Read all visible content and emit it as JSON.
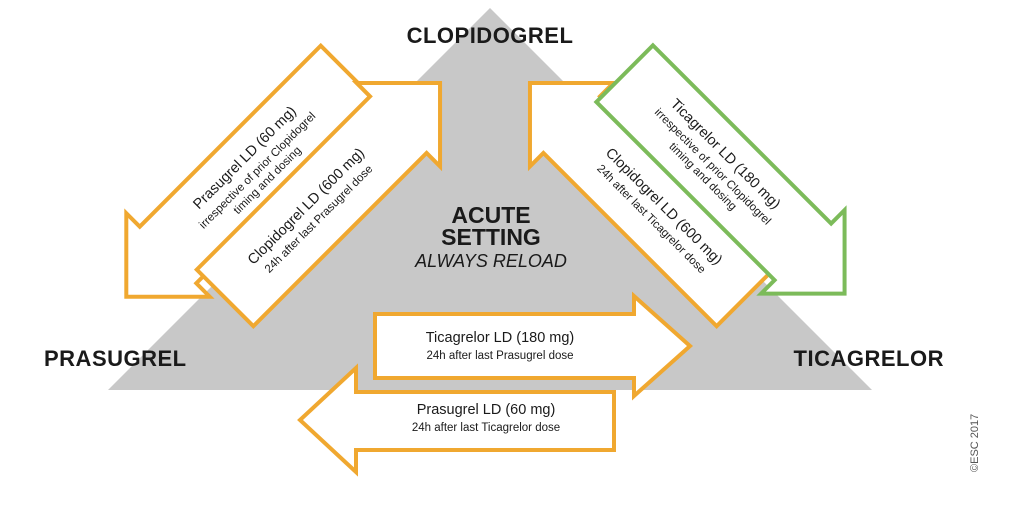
{
  "vertices": {
    "top": "CLOPIDOGREL",
    "left": "PRASUGREL",
    "right": "TICAGRELOR"
  },
  "center": {
    "line1": "ACUTE",
    "line2": "SETTING",
    "line3": "ALWAYS RELOAD"
  },
  "arrows": {
    "clopi_to_prasugrel": {
      "title": "Prasugrel LD (60 mg)",
      "sub1": "irrespective of prior Clopidogrel",
      "sub2": "timing and dosing"
    },
    "prasugrel_to_clopi": {
      "title": "Clopidogrel LD (600 mg)",
      "sub1": "24h after last Prasugrel dose"
    },
    "ticagrelor_to_clopi": {
      "title": "Clopidogrel LD (600 mg)",
      "sub1": "24h after last Ticagrelor dose"
    },
    "clopi_to_ticagrelor": {
      "title": "Ticagrelor LD (180 mg)",
      "sub1": "irrespective of prior Clopidogrel",
      "sub2": "timing and dosing"
    },
    "prasugrel_to_ticagrelor": {
      "title": "Ticagrelor LD (180 mg)",
      "sub1": "24h after last Prasugrel dose"
    },
    "ticagrelor_to_prasugrel": {
      "title": "Prasugrel LD (60 mg)",
      "sub1": "24h after last Ticagrelor dose"
    }
  },
  "copyright": "©ESC 2017",
  "colors": {
    "triangle": "#c8c8c8",
    "orange": "#f0a830",
    "green": "#7cbb5a",
    "arrow_fill": "#ffffff",
    "text": "#1a1a1a"
  }
}
